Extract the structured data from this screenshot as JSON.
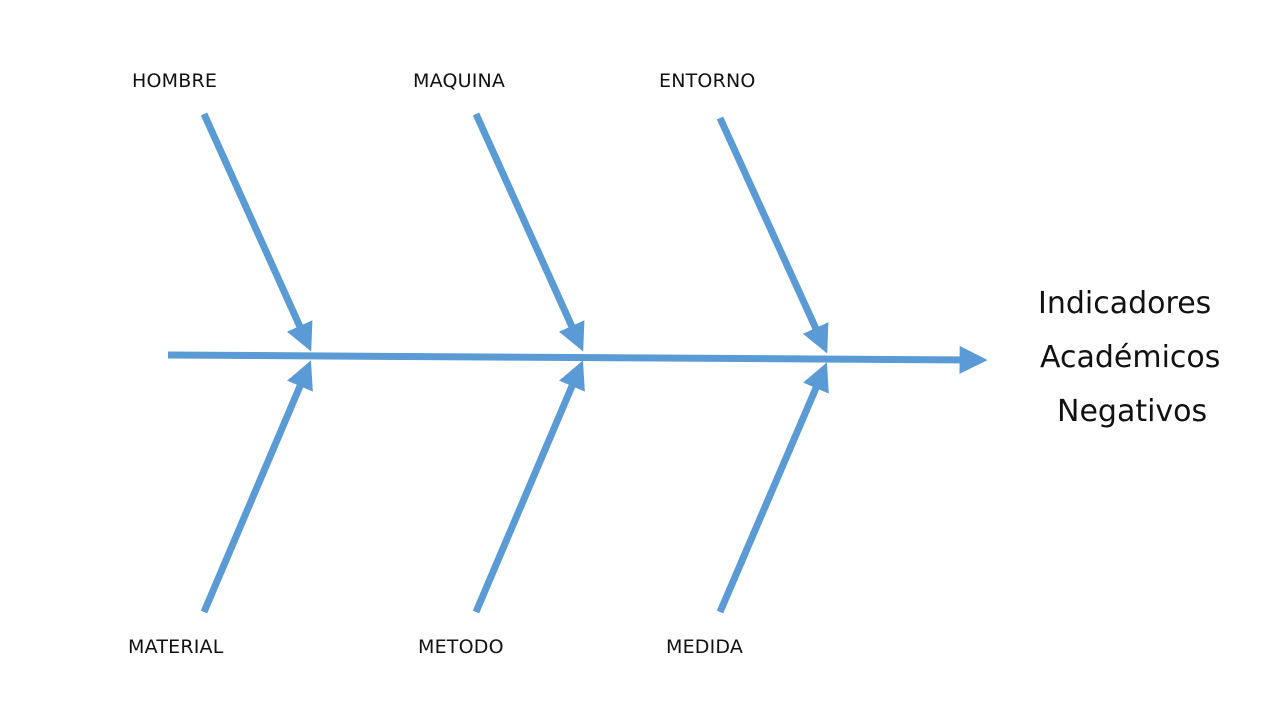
{
  "colors": {
    "arrow": "#5b9bd5",
    "text": "#111111",
    "background": "#ffffff"
  },
  "categories": {
    "top": [
      "HOMBRE",
      "MAQUINA",
      "ENTORNO"
    ],
    "bottom": [
      "MATERIAL",
      "METODO",
      "MEDIDA"
    ]
  },
  "effect": {
    "lines": [
      "Indicadores",
      "Académicos",
      "Negativos"
    ]
  }
}
